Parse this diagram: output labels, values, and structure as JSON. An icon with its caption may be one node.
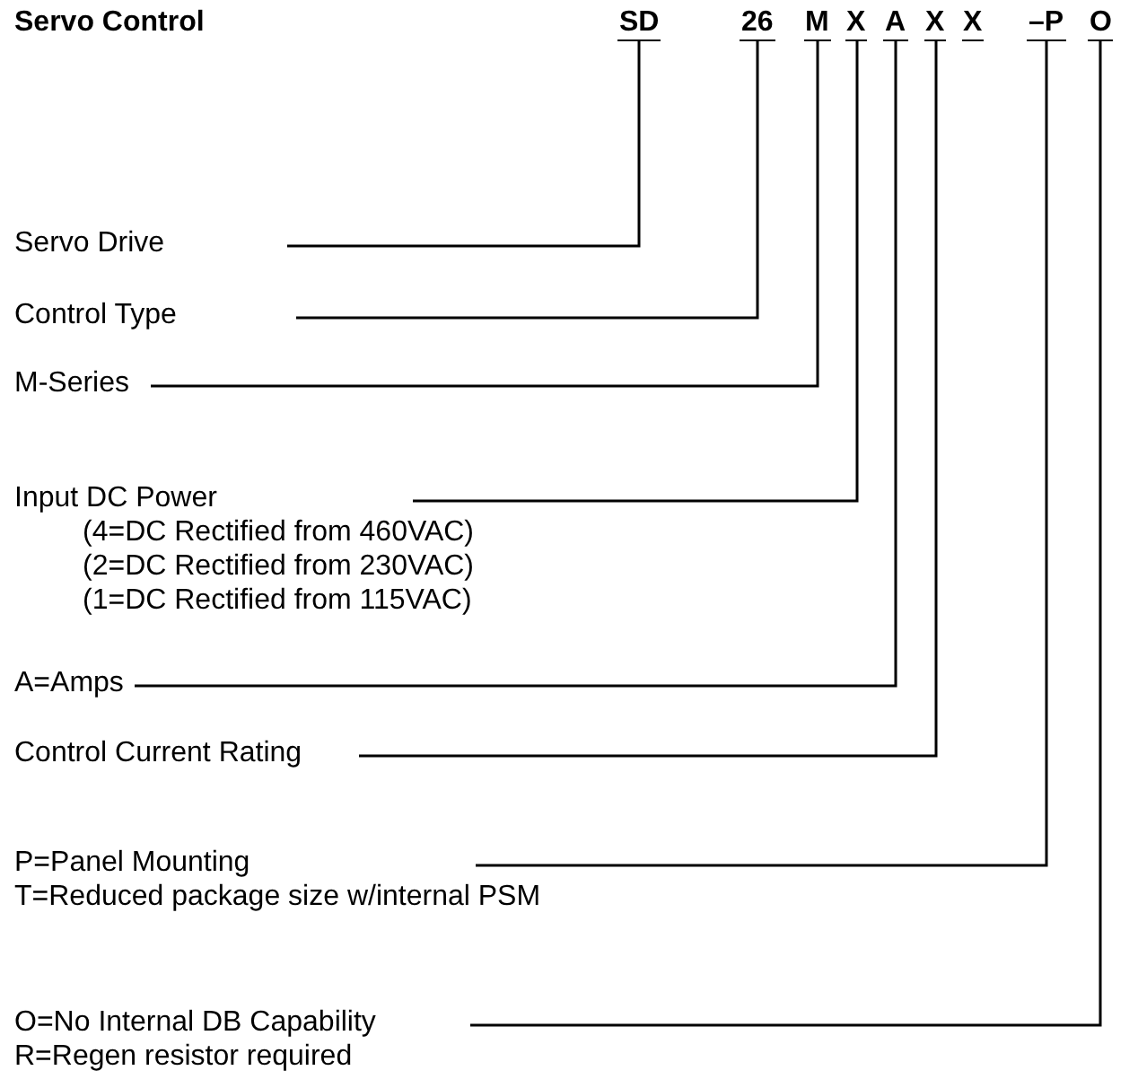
{
  "diagram": {
    "title": "Servo Control",
    "nodes": [
      {
        "text": [
          "SD"
        ]
      },
      {
        "text": [
          "26"
        ]
      },
      {
        "text": [
          "M"
        ]
      },
      {
        "text": [
          "X"
        ]
      },
      {
        "text": [
          "A"
        ]
      },
      {
        "text": [
          "X"
        ]
      },
      {
        "text": [
          "X"
        ]
      },
      {
        "text": [
          "–P"
        ]
      },
      {
        "text": [
          "O"
        ]
      },
      {
        "text": [
          "Servo Drive"
        ]
      },
      {
        "text": [
          "Control Type"
        ]
      },
      {
        "text": [
          "M-Series"
        ]
      },
      {
        "text": [
          "Input DC Power",
          "(4=DC Rectified from 460VAC)",
          "(2=DC Rectified from 230VAC)",
          "(1=DC Rectified from 115VAC)"
        ]
      },
      {
        "text": [
          "A=Amps"
        ]
      },
      {
        "text": [
          "Control Current Rating"
        ]
      },
      {
        "text": [
          "P=Panel Mounting",
          "T=Reduced package size w/internal PSM"
        ]
      },
      {
        "text": [
          "O=No Internal DB Capability",
          "R=Regen resistor required"
        ]
      }
    ],
    "edges": [
      {
        "from": 9,
        "to": 0,
        "arrow": "none"
      },
      {
        "from": 10,
        "to": 1,
        "arrow": "none"
      },
      {
        "from": 11,
        "to": 2,
        "arrow": "none"
      },
      {
        "from": 12,
        "to": 3,
        "arrow": "none"
      },
      {
        "from": 13,
        "to": 4,
        "arrow": "none"
      },
      {
        "from": 14,
        "to": 5,
        "arrow": "none"
      },
      {
        "from": 15,
        "to": 7,
        "arrow": "none"
      },
      {
        "from": 16,
        "to": 8,
        "arrow": "none"
      }
    ]
  }
}
